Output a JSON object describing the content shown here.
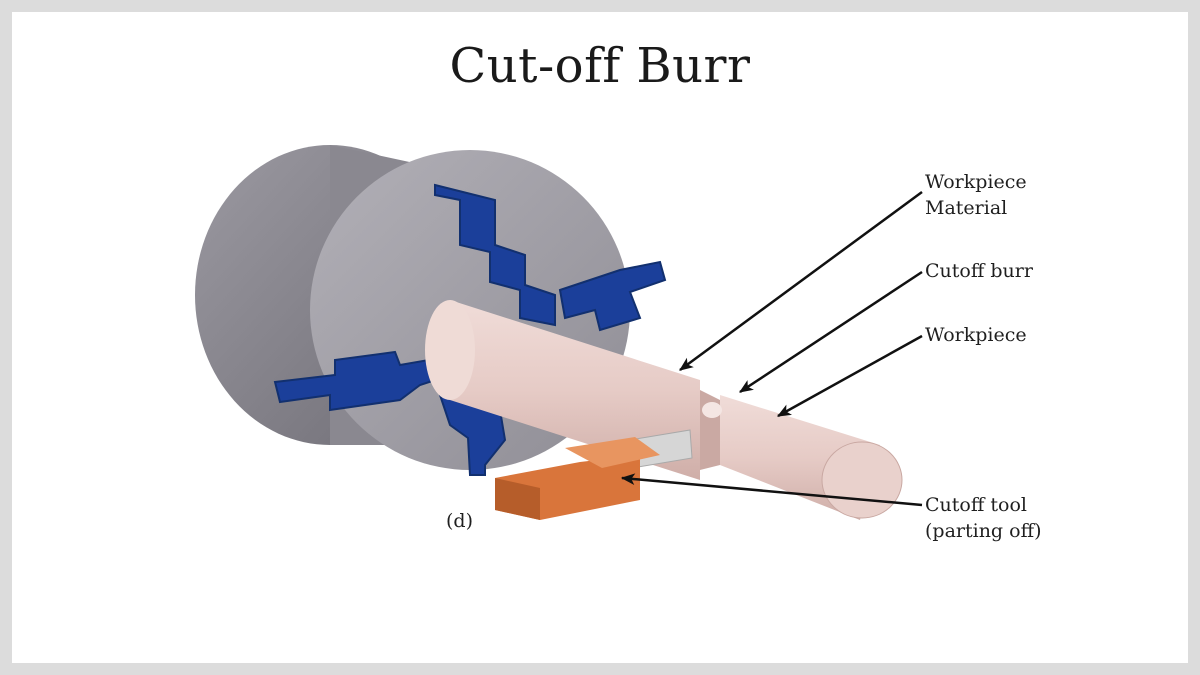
{
  "title": "Cut-off Burr",
  "panel_label": "(d)",
  "labels": {
    "workpiece_material": [
      "Workpiece",
      "Material"
    ],
    "cutoff_burr": "Cutoff burr",
    "workpiece": "Workpiece",
    "cutoff_tool": [
      "Cutoff tool",
      "(parting off)"
    ]
  },
  "colors": {
    "chuck_body": "#8e8c94",
    "chuck_face": "#a3a1a8",
    "jaws": "#1b3f9a",
    "workpiece": "#e8cfcb",
    "tool": "#d9753b",
    "tool_tip": "#d6d6d6",
    "arrow": "#111111"
  }
}
